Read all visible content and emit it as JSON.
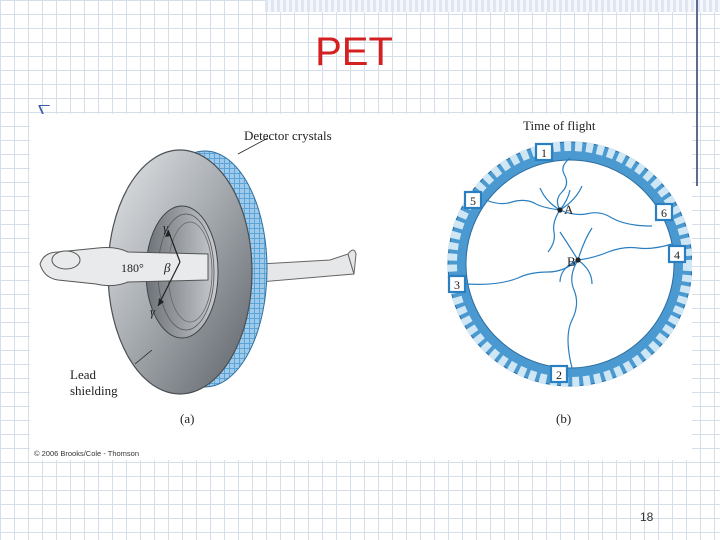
{
  "slide": {
    "title": "PET",
    "page_number": "18",
    "bullet_glyph": "⎲"
  },
  "figure": {
    "label_a": {
      "detector": "Detector crystals",
      "gamma_top": "γ",
      "gamma_bottom": "γ",
      "angle": "180°",
      "beta": "β",
      "lead_line1": "Lead",
      "lead_line2": "shielding",
      "caption": "(a)"
    },
    "label_b": {
      "title": "Time of flight",
      "point_a": "A",
      "point_b": "B",
      "caption": "(b)",
      "detectors": [
        "1",
        "2",
        "3",
        "4",
        "5",
        "6"
      ]
    },
    "copyright": "© 2006 Brooks/Cole - Thomson"
  },
  "colors": {
    "title": "#d42020",
    "ring_blue": "#4a9ad1",
    "ring_light": "#cfe6f5",
    "detector_outline": "#2a7fc0",
    "shield_gray": "#9aa0a6"
  }
}
